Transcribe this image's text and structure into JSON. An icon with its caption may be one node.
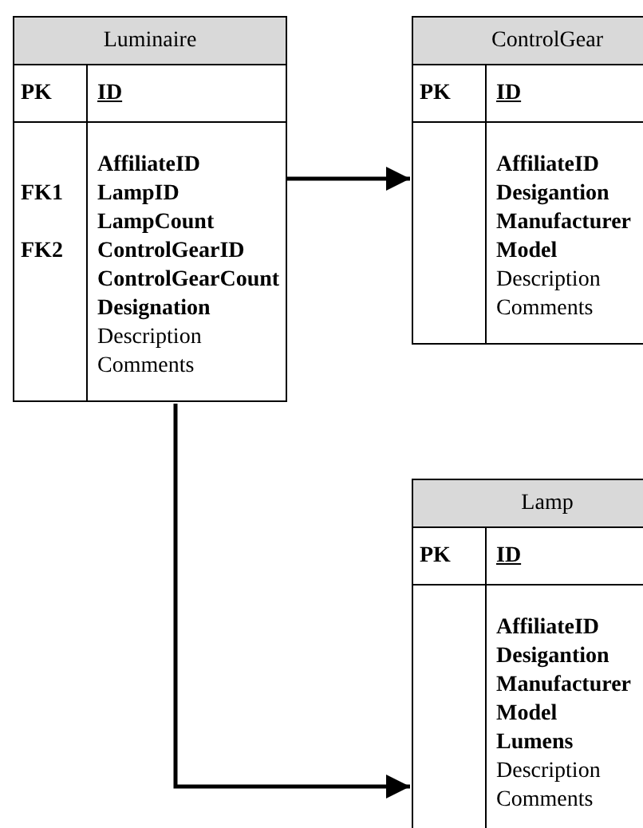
{
  "diagram": {
    "nodes": [
      {
        "text": [
          "Luminaire",
          "PK",
          "ID",
          "FK1",
          "FK2",
          "**AffiliateID**",
          "**LampID**",
          "**LampCount**",
          "**ControlGearID**",
          "**ControlGearCount**",
          "**Designation**",
          "Description",
          "Comments"
        ]
      },
      {
        "text": [
          "ControlGear",
          "PK",
          "ID",
          "**AffiliateID**",
          "**Desigantion**",
          "**Manufacturer**",
          "**Model**",
          "Description",
          "Comments"
        ]
      },
      {
        "text": [
          "Lamp",
          "PK",
          "ID",
          "**AffiliateID**",
          "**Desigantion**",
          "**Manufacturer**",
          "**Model**",
          "**Lumens**",
          "Description",
          "Comments"
        ]
      }
    ],
    "edges": [
      {
        "from": 0,
        "to": 1,
        "arrow": "to"
      },
      {
        "from": 0,
        "to": 2,
        "arrow": "to"
      }
    ]
  }
}
